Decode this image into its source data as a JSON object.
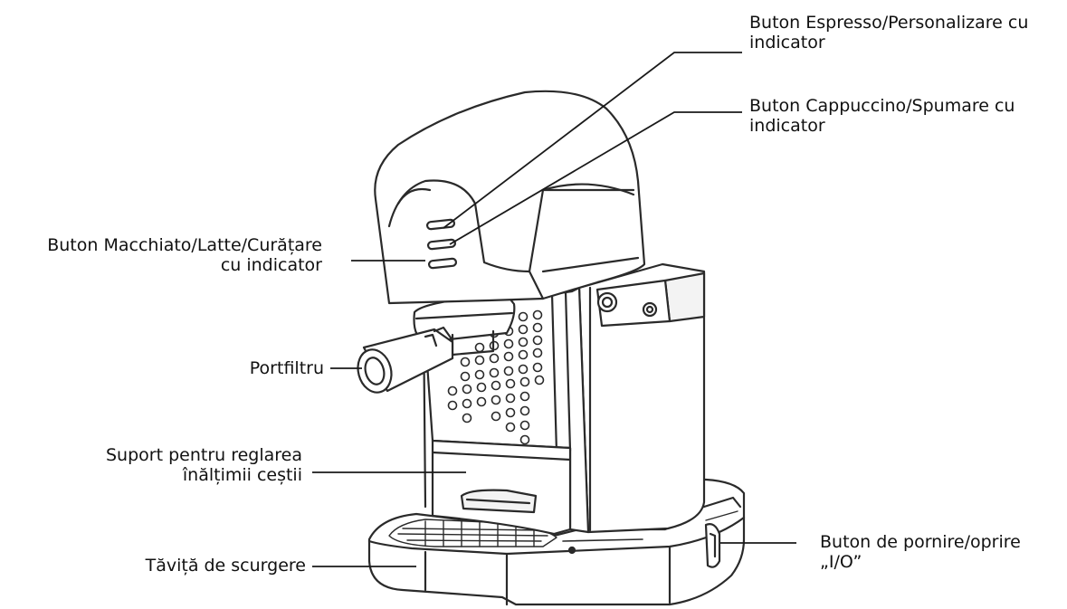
{
  "labels": {
    "espresso": {
      "line1": "Buton Espresso/Personalizare cu",
      "line2": "indicator"
    },
    "cappuccino": {
      "line1": "Buton Cappuccino/Spumare cu",
      "line2": "indicator"
    },
    "macchiato": {
      "line1": "Buton Macchiato/Latte/Curățare",
      "line2": "cu indicator"
    },
    "portafilter": {
      "line1": "Portfiltru"
    },
    "cup_support": {
      "line1": "Suport pentru reglarea",
      "line2": "înălțimii ceștii"
    },
    "drip_tray": {
      "line1": "Tăviță de scurgere"
    },
    "power_button": {
      "line1": "Buton de pornire/oprire",
      "line2": "„I/O”"
    }
  },
  "colors": {
    "line": "#1a1a1a",
    "machine_stroke": "#2a2a2a",
    "machine_fill": "#ffffff",
    "shade": "#f3f3f3"
  }
}
